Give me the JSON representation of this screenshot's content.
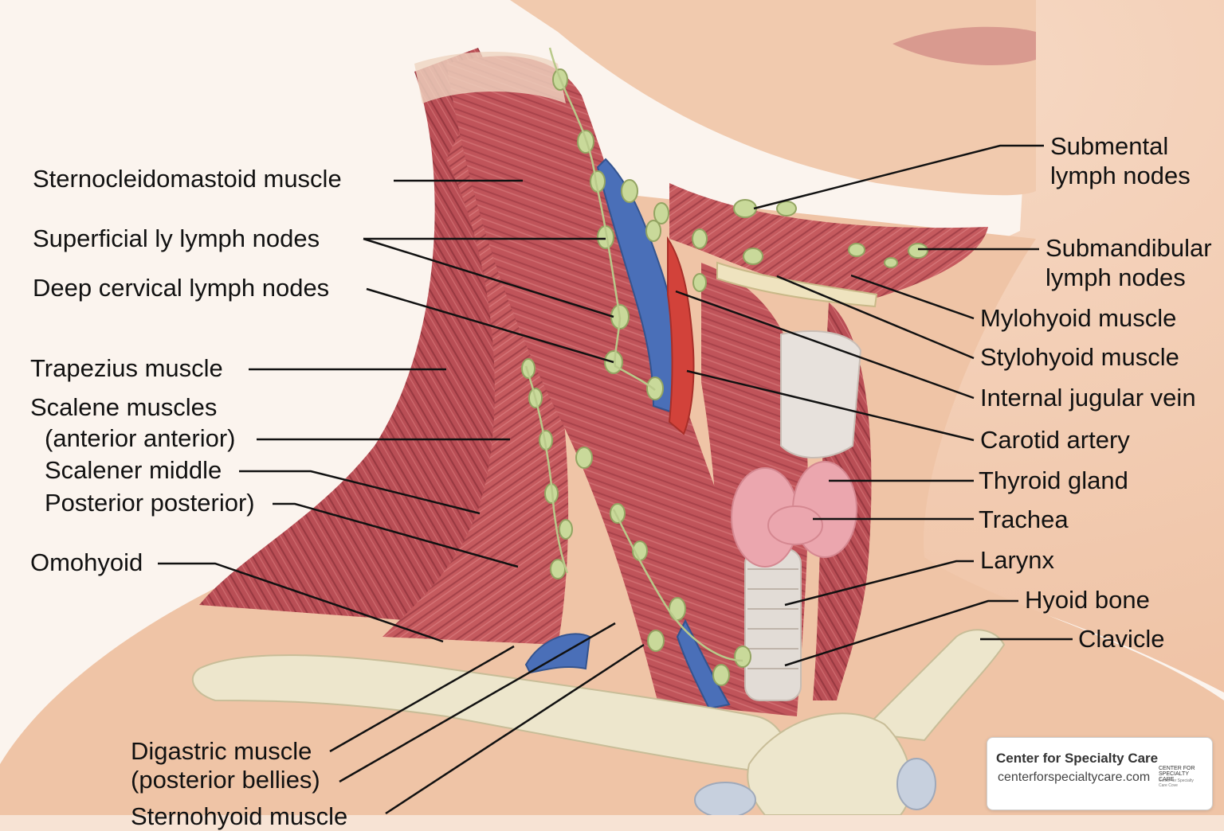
{
  "labels_left": [
    {
      "id": "scm",
      "text": "Sternocleidomastoid muscle"
    },
    {
      "id": "superficial",
      "text": "Superficial ly lymph nodes"
    },
    {
      "id": "deep",
      "text": "Deep cervical lymph nodes"
    },
    {
      "id": "trapezius",
      "text": "Trapezius muscle"
    },
    {
      "id": "scalene1",
      "text": "Scalene muscles"
    },
    {
      "id": "scalene2",
      "text": "(anterior anterior)"
    },
    {
      "id": "scalenemid",
      "text": "Scalener middle"
    },
    {
      "id": "posterior",
      "text": "Posterior posterior)"
    },
    {
      "id": "omohyoid",
      "text": "Omohyoid"
    },
    {
      "id": "digastric1",
      "text": "Digastric muscle"
    },
    {
      "id": "digastric2",
      "text": "(posterior bellies)"
    },
    {
      "id": "cutoff",
      "text": "Sternohyoid muscle"
    }
  ],
  "labels_right": [
    {
      "id": "submental1",
      "text": "Submental"
    },
    {
      "id": "submental2",
      "text": "lymph nodes"
    },
    {
      "id": "submand1",
      "text": "Submandibular"
    },
    {
      "id": "submand2",
      "text": "lymph nodes"
    },
    {
      "id": "mylohyoid",
      "text": "Mylohyoid muscle"
    },
    {
      "id": "stylohyoid",
      "text": "Stylohyoid muscle"
    },
    {
      "id": "ijv",
      "text": "Internal jugular vein"
    },
    {
      "id": "carotid",
      "text": "Carotid artery"
    },
    {
      "id": "thyroid",
      "text": "Thyroid gland"
    },
    {
      "id": "trachea",
      "text": "Trachea"
    },
    {
      "id": "larynx",
      "text": "Larynx"
    },
    {
      "id": "hyoid",
      "text": "Hyoid bone"
    },
    {
      "id": "clavicle",
      "text": "Clavicle"
    }
  ],
  "watermark": {
    "name": "Center for Specialty Care",
    "url": "centerforspecialtycare.com",
    "mini1": "CENTER FOR SPECIALTY CARE",
    "mini2": "Center for Specialty Care Cove"
  },
  "colors": {
    "skin": "#f3cdb3",
    "background": "#fbeee4",
    "muscle": "#c0545a",
    "muscle_dark": "#9c3d44",
    "vein": "#4a6fb8",
    "artery": "#d2423a",
    "node": "#c9d99a",
    "bone": "#ede6cc",
    "thyroid": "#eaa0a8"
  }
}
